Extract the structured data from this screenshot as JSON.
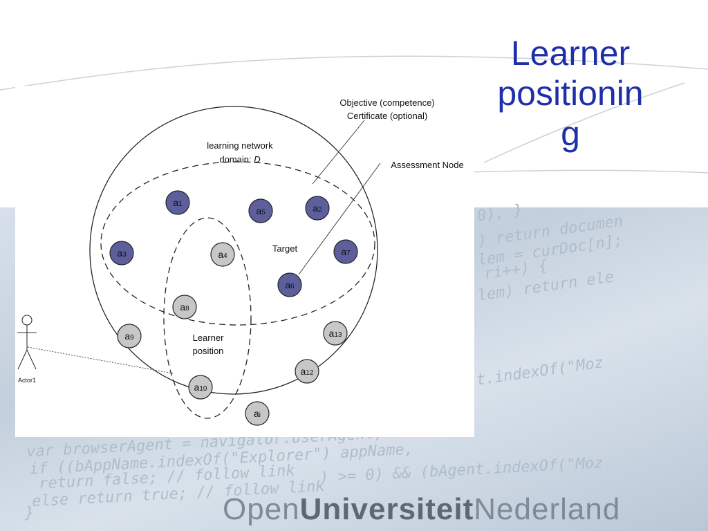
{
  "title": {
    "lines": [
      "Learner",
      "positionin",
      "g"
    ]
  },
  "diagram": {
    "labels": {
      "objective_line1": "Objective (competence)",
      "objective_line2": "Certificate (optional)",
      "domain_line1": "learning network",
      "domain_line2_prefix": "domain: ",
      "domain_line2_var": "D",
      "assessment_node": "Assessment Node",
      "target": "Target",
      "learner_line1": "Learner",
      "learner_line2": "position",
      "actor": "Actor1"
    },
    "nodes": [
      {
        "base": "a",
        "sub": "1",
        "kind": "target"
      },
      {
        "base": "a",
        "sub": "5",
        "kind": "target"
      },
      {
        "base": "a",
        "sub": "2",
        "kind": "target"
      },
      {
        "base": "a",
        "sub": "3",
        "kind": "target"
      },
      {
        "base": "a",
        "sub": "4",
        "kind": "learner"
      },
      {
        "base": "a",
        "sub": "7",
        "kind": "target"
      },
      {
        "base": "a",
        "sub": "6",
        "kind": "target"
      },
      {
        "base": "a",
        "sub": "8",
        "kind": "learner"
      },
      {
        "base": "a",
        "sub": "9",
        "kind": "other"
      },
      {
        "base": "a",
        "sub": "13",
        "kind": "other"
      },
      {
        "base": "a",
        "sub": "12",
        "kind": "other"
      },
      {
        "base": "a",
        "sub": "10",
        "kind": "learner"
      },
      {
        "base": "a",
        "sub": "i",
        "kind": "other"
      }
    ],
    "colors": {
      "target_fill": "#5d5f9c",
      "other_fill": "#c7c7c7",
      "stroke": "#222222"
    }
  },
  "background_code": [
    "0), }",
    ") return documen",
    "lem = curDoc[n];",
    "ri++) {",
    "lem) return ele",
    "t.indexOf(\"Moz",
    "var browserAgent = navigator.userAgent;",
    "if ((bAppName.indexOf(\"Explorer\") appName,",
    "return false; // follow link",
    ") >= 0) && (bAgent.indexOf(\"Moz",
    "else return true; // follow link",
    "}"
  ],
  "brand": {
    "part1": "Open",
    "part2": "Universiteit",
    "part3": "Nederland"
  }
}
